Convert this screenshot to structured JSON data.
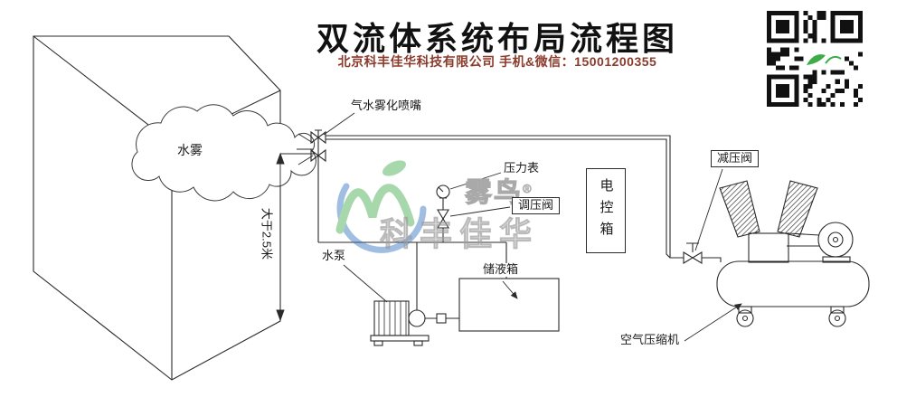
{
  "header": {
    "title": "双流体系统布局流程图",
    "subtitle": "北京科丰佳华科技有限公司  手机&微信：15001200355"
  },
  "watermark": {
    "brand": "雾鸟",
    "registered": "®",
    "company": "科丰佳华"
  },
  "labels": {
    "water_mist": "水雾",
    "nozzle": "气水雾化喷嘴",
    "height_note": "大于2.5米",
    "pressure_gauge": "压力表",
    "regulating_valve": "调压阀",
    "control_box": "电控箱",
    "water_pump": "水泵",
    "liquid_tank": "储液箱",
    "relief_valve": "减压阀",
    "air_compressor": "空气压缩机"
  },
  "colors": {
    "line": "#2a2a2a",
    "subtitle_text": "#8a3b2b",
    "logo_green": "#3cab48",
    "logo_blue": "#2f6fc0"
  }
}
